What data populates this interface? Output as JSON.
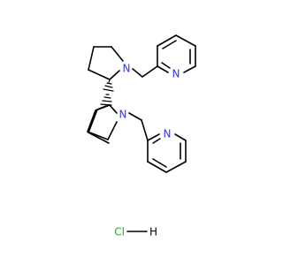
{
  "molecule": {
    "atoms": {
      "n_pyrrolidine_top": "N",
      "n_pyrrolidine_bottom": "N",
      "n_pyridine_top": "N",
      "n_pyridine_bottom": "N"
    },
    "salt": "HCl",
    "salt_parts": {
      "cl": "Cl",
      "h": "H"
    },
    "colors": {
      "bond": "#000000",
      "nitrogen": "#3333ff",
      "chlorine": "#1fae1f",
      "hydrogen": "#000000"
    }
  }
}
